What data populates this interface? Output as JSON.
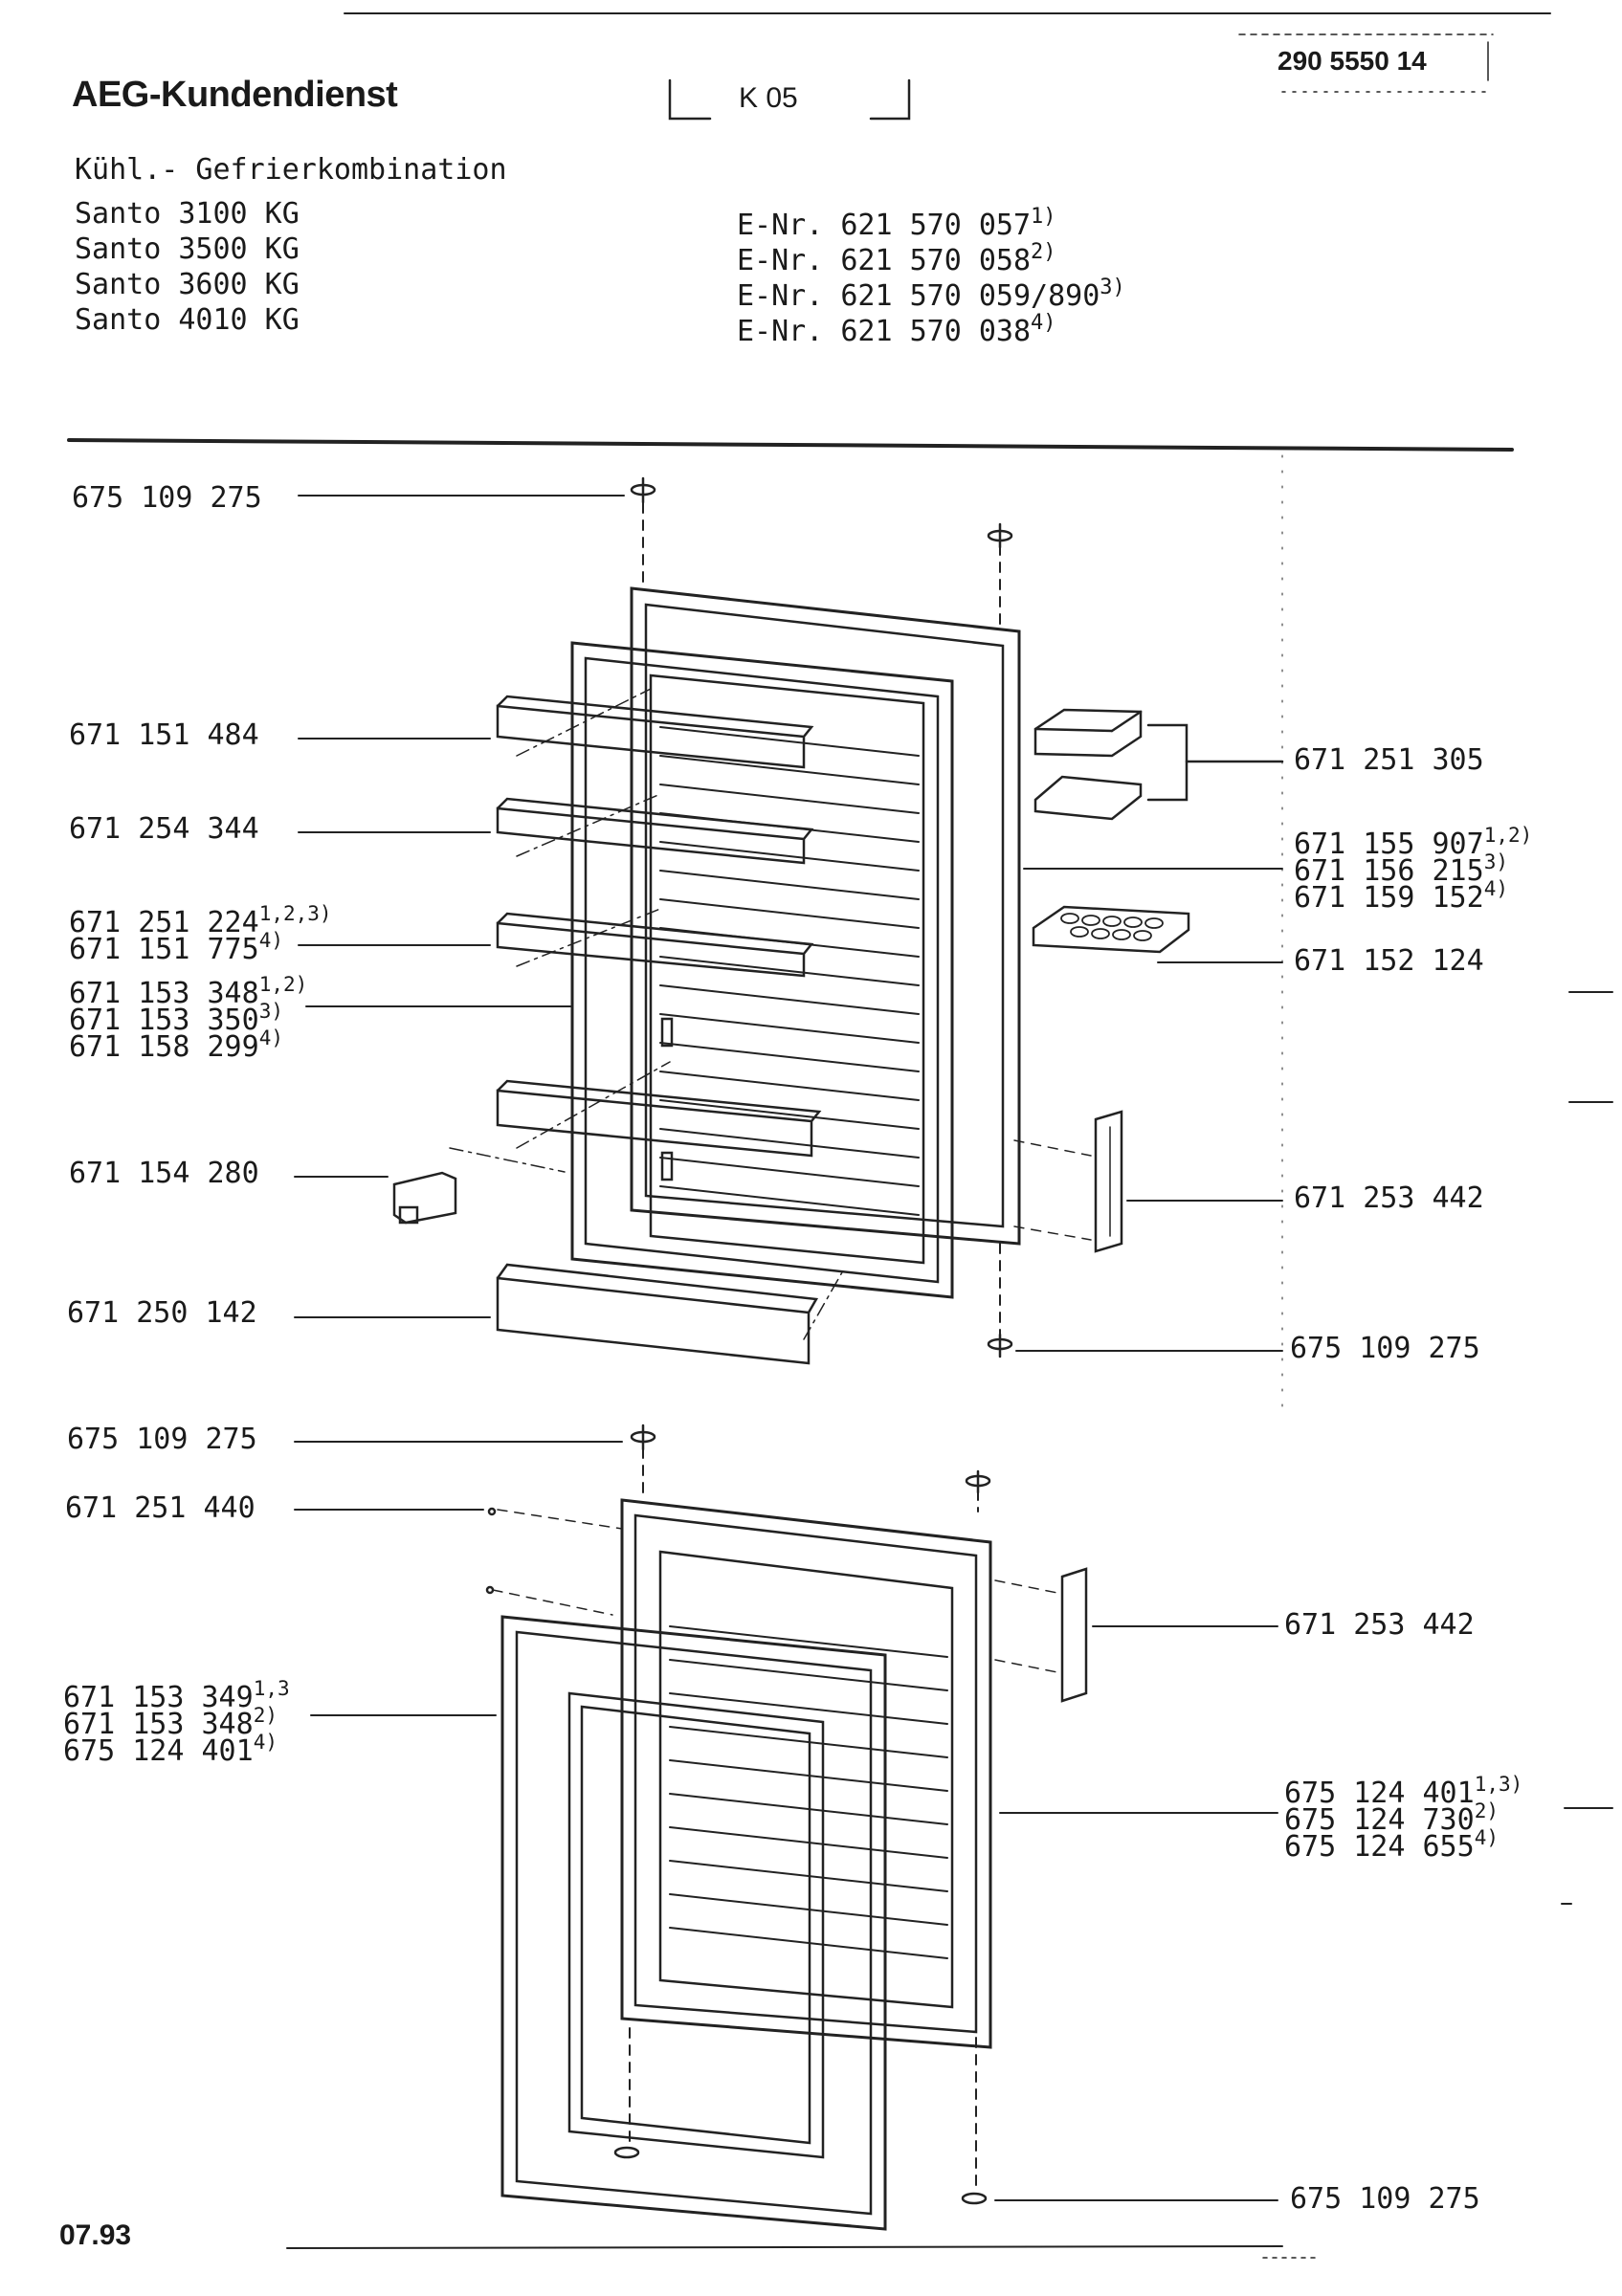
{
  "header": {
    "brand": "AEG-Kundendienst",
    "doc_number": "290 5550 14",
    "section_code": "K 05",
    "appliance_type": "Kühl.- Gefrierkombination"
  },
  "models": [
    "Santo 3100 KG",
    "Santo 3500 KG",
    "Santo 3600 KG",
    "Santo 4010 KG"
  ],
  "enr_list": [
    {
      "text": "E-Nr. 621 570 057",
      "note": "1)"
    },
    {
      "text": "E-Nr. 621 570 058",
      "note": "2)"
    },
    {
      "text": "E-Nr. 621 570 059/890",
      "note": "3)"
    },
    {
      "text": "E-Nr. 621 570 038",
      "note": "4)"
    }
  ],
  "parts_left": [
    {
      "lines": [
        {
          "text": "675 109 275",
          "note": ""
        }
      ]
    },
    {
      "lines": [
        {
          "text": "671 151 484",
          "note": ""
        }
      ]
    },
    {
      "lines": [
        {
          "text": "671 254 344",
          "note": ""
        }
      ]
    },
    {
      "lines": [
        {
          "text": "671 251 224",
          "note": "1,2,3)"
        },
        {
          "text": "671 151 775",
          "note": "4)"
        }
      ]
    },
    {
      "lines": [
        {
          "text": "671 153 348",
          "note": "1,2)"
        },
        {
          "text": "671 153 350",
          "note": "3)"
        },
        {
          "text": "671 158 299",
          "note": "4)"
        }
      ]
    },
    {
      "lines": [
        {
          "text": "671 154 280",
          "note": ""
        }
      ]
    },
    {
      "lines": [
        {
          "text": "671 250 142",
          "note": ""
        }
      ]
    },
    {
      "lines": [
        {
          "text": "675 109 275",
          "note": ""
        }
      ]
    },
    {
      "lines": [
        {
          "text": "671 251 440",
          "note": ""
        }
      ]
    },
    {
      "lines": [
        {
          "text": "671 153 349",
          "note": "1,3"
        },
        {
          "text": "671 153 348",
          "note": "2)"
        },
        {
          "text": "675 124 401",
          "note": "4)"
        }
      ]
    }
  ],
  "parts_right": [
    {
      "lines": [
        {
          "text": "671 251 305",
          "note": ""
        }
      ]
    },
    {
      "lines": [
        {
          "text": "671 155 907",
          "note": "1,2)"
        },
        {
          "text": "671 156 215",
          "note": "3)"
        },
        {
          "text": "671 159 152",
          "note": "4)"
        }
      ]
    },
    {
      "lines": [
        {
          "text": "671 152 124",
          "note": ""
        }
      ]
    },
    {
      "lines": [
        {
          "text": "671 253 442",
          "note": ""
        }
      ]
    },
    {
      "lines": [
        {
          "text": "675 109 275",
          "note": ""
        }
      ]
    },
    {
      "lines": [
        {
          "text": "671 253 442",
          "note": ""
        }
      ]
    },
    {
      "lines": [
        {
          "text": "675 124 401",
          "note": "1,3)"
        },
        {
          "text": "675 124 730",
          "note": "2)"
        },
        {
          "text": "675 124 655",
          "note": "4)"
        }
      ]
    },
    {
      "lines": [
        {
          "text": "675 109 275",
          "note": ""
        }
      ]
    }
  ],
  "footer": {
    "date": "07.93"
  }
}
